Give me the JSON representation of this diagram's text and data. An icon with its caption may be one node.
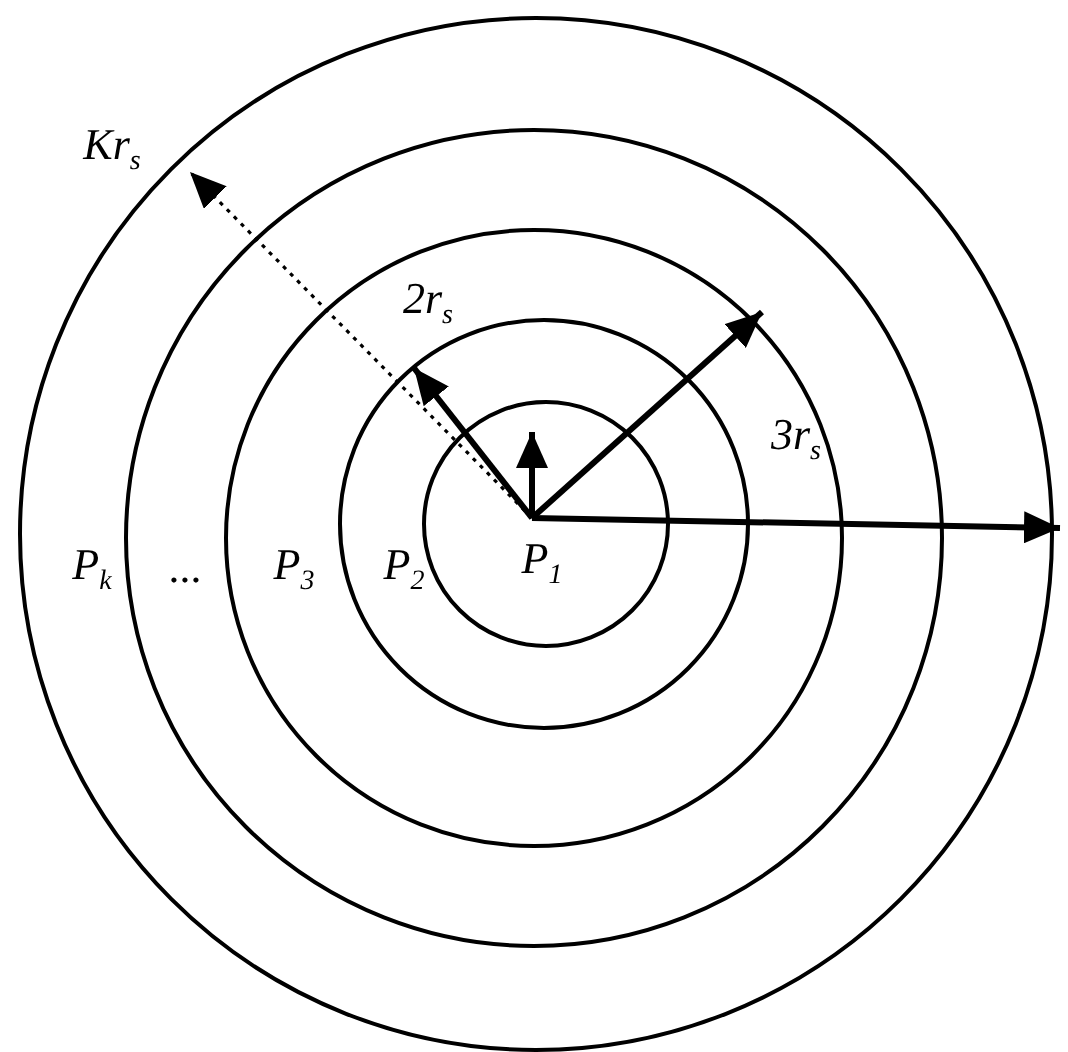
{
  "diagram": {
    "nodes": [
      {
        "text": [
          "P$_{k}$"
        ]
      },
      {
        "text": [
          "..."
        ],
        "in": 0
      },
      {
        "text": [
          "P$_{3}$"
        ],
        "in": 1
      },
      {
        "text": [
          "P$_{2}$"
        ],
        "in": 2
      },
      {
        "text": [
          "P$_{1}$"
        ],
        "in": 3
      }
    ],
    "labels": [
      "Kr$_{s}$",
      "2r$_{s}$",
      "3r$_{s}$"
    ]
  }
}
